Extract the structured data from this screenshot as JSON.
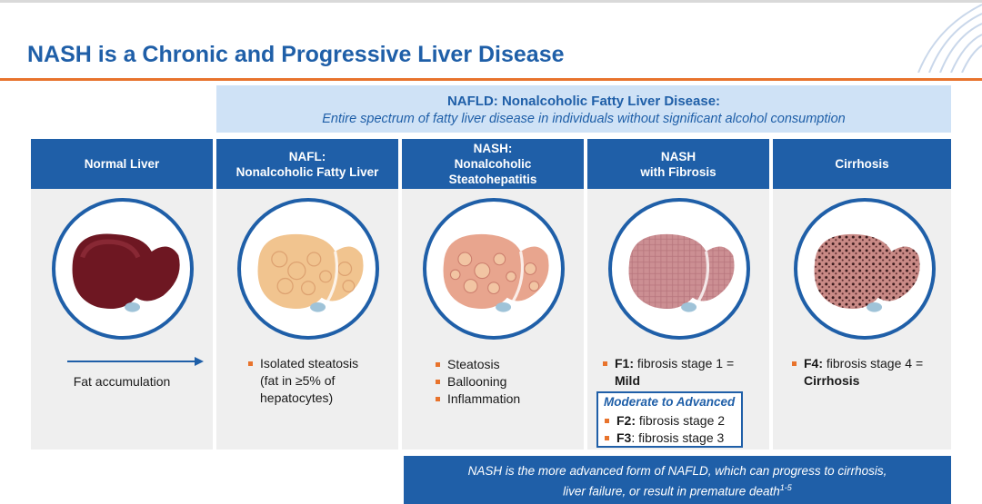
{
  "slide": {
    "title": "NASH is a Chronic and Progressive Liver Disease"
  },
  "nafld": {
    "heading": "NAFLD: Nonalcoholic Fatty Liver Disease:",
    "subtitle": "Entire spectrum of fatty liver disease in individuals without significant alcohol consumption"
  },
  "columns": [
    {
      "header": [
        "Normal Liver"
      ],
      "caption": "Fat accumulation"
    },
    {
      "header": [
        "NAFL:",
        "Nonalcoholic Fatty Liver"
      ],
      "bullets": [
        "Isolated steatosis",
        "(fat in ≥5% of",
        "hepatocytes)"
      ]
    },
    {
      "header": [
        "NASH:",
        "Nonalcoholic",
        "Steatohepatitis"
      ],
      "bullets": [
        "Steatosis",
        "Ballooning",
        "Inflammation"
      ]
    },
    {
      "header": [
        "NASH",
        "with Fibrosis"
      ],
      "f1_label": "F1:",
      "f1_text": " fibrosis stage 1 =",
      "f1_value": "Mild",
      "moderate_heading": "Moderate to Advanced",
      "f2_label": "F2:",
      "f2_text": " fibrosis stage 2",
      "f3_label": "F3",
      "f3_text": ": fibrosis stage 3"
    },
    {
      "header": [
        "Cirrhosis"
      ],
      "f4_label": "F4:",
      "f4_text": " fibrosis stage 4  =",
      "f4_value": "Cirrhosis"
    }
  ],
  "banner": {
    "line1": "NASH is the more advanced form of NAFLD, which can progress to cirrhosis,",
    "line2": "liver failure, or result in premature death",
    "superscript": "1-5"
  },
  "colors": {
    "brand_blue": "#1f5fa8",
    "accent_orange": "#e8732c",
    "light_blue": "#cfe2f6",
    "panel_gray": "#efefef"
  },
  "icons": [
    "normal-liver-illustration",
    "fatty-liver-illustration",
    "nash-liver-illustration",
    "fibrosis-liver-illustration",
    "cirrhosis-liver-illustration",
    "right-arrow-icon"
  ]
}
